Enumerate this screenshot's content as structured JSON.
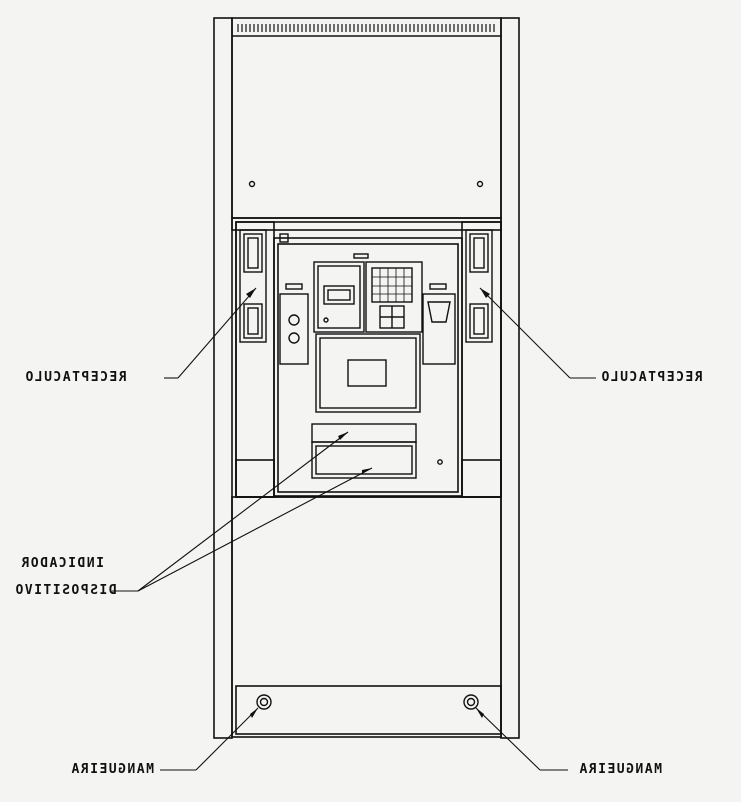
{
  "labels": {
    "receptaculo_left": "RECEPTACULO",
    "receptaculo_right": "RECEPTACULO",
    "indicador": "INDICADOR",
    "dispositivo": "DISPOSITIVO",
    "mangueira_left": "MANGUEIRA",
    "mangueira_right": "MANGUEIRA"
  }
}
